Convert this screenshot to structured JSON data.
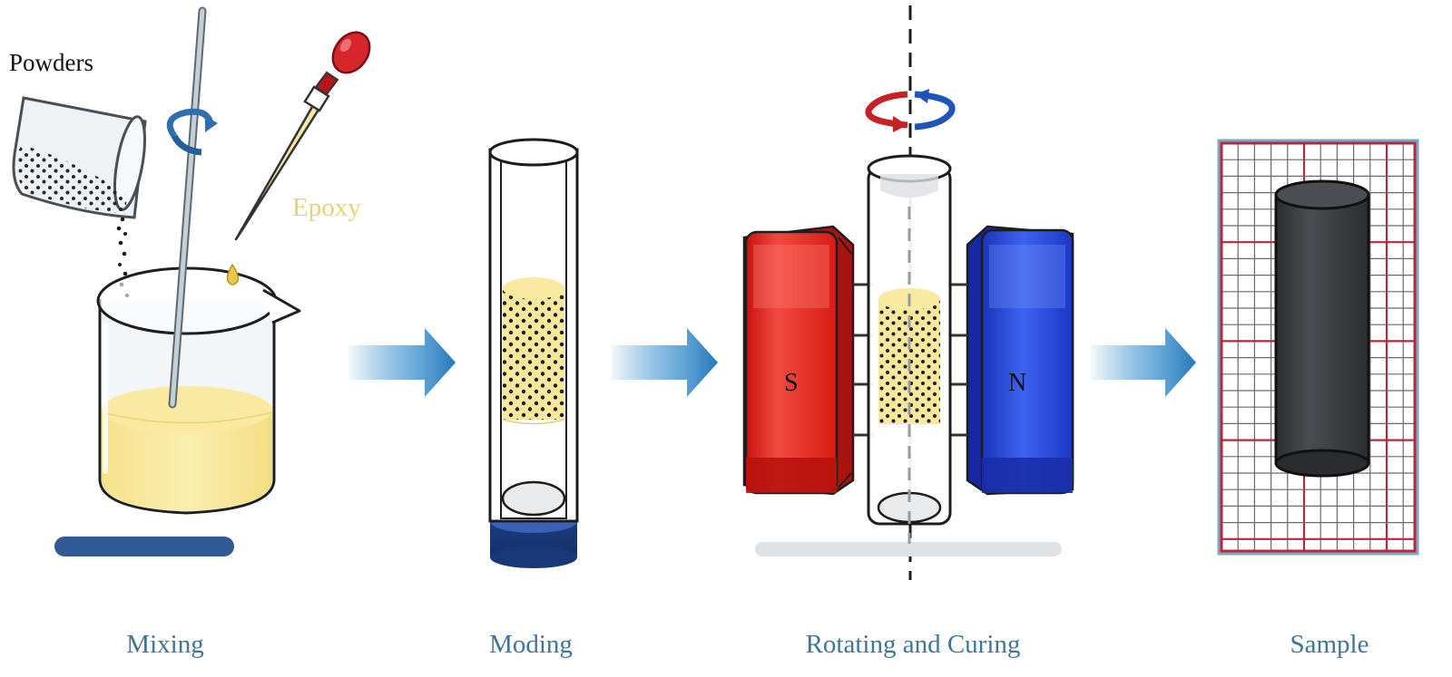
{
  "labels": {
    "powders": "Powders",
    "epoxy": "Epoxy",
    "magnet_south": "S",
    "magnet_north": "N"
  },
  "steps": [
    {
      "label": "Mixing"
    },
    {
      "label": "Moding"
    },
    {
      "label": "Rotating and Curing"
    },
    {
      "label": "Sample"
    }
  ],
  "colors": {
    "step_label": "#3f7597",
    "epoxy_text": "#e9d37a",
    "resin": "#f8e89a",
    "magnet_south": "#e2231a",
    "magnet_north": "#1f3fd6",
    "arrow": "#2f86c6",
    "grid_line": "#b32a3a",
    "sample": "#3a3c3f"
  }
}
